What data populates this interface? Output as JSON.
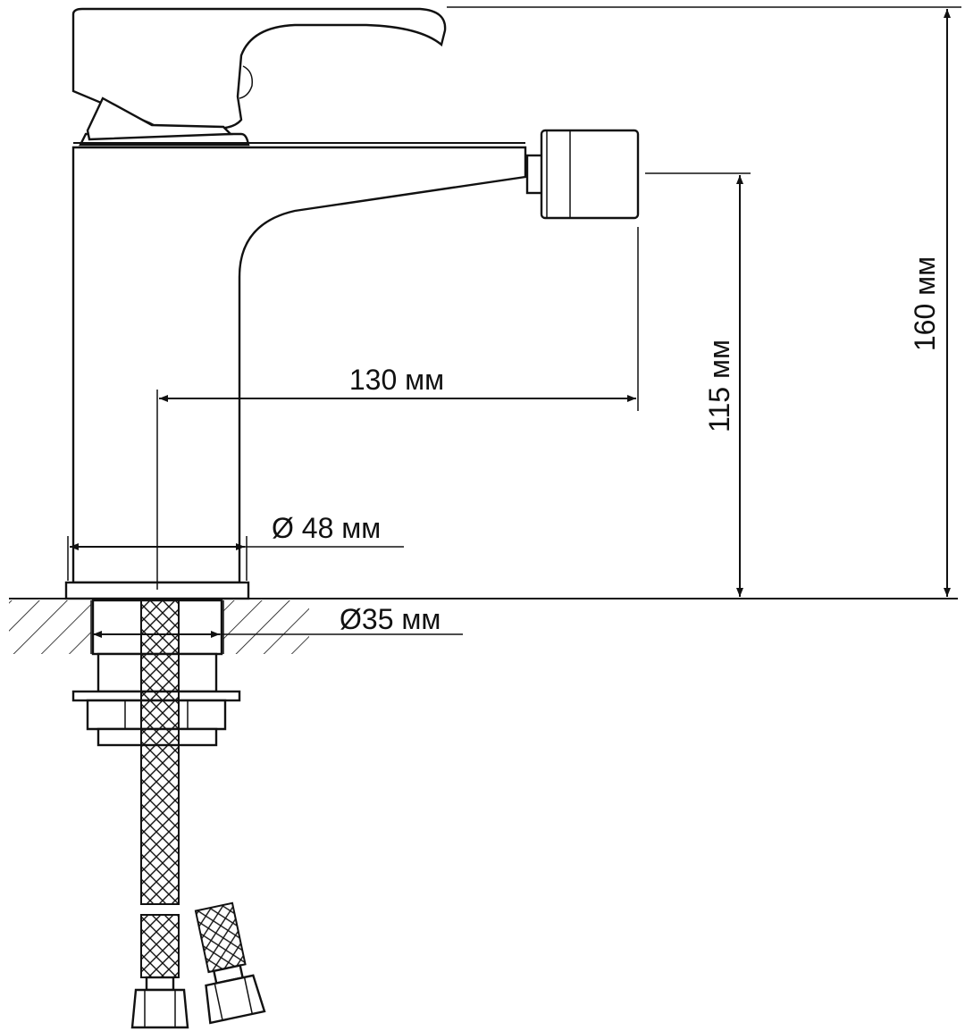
{
  "dimensions": {
    "height_total": "160 мм",
    "height_spout": "115 мм",
    "reach": "130 мм",
    "base_diameter": "Ø 48 мм",
    "hole_diameter": "Ø35 мм"
  },
  "colors": {
    "line": "#111111",
    "background": "#ffffff"
  }
}
